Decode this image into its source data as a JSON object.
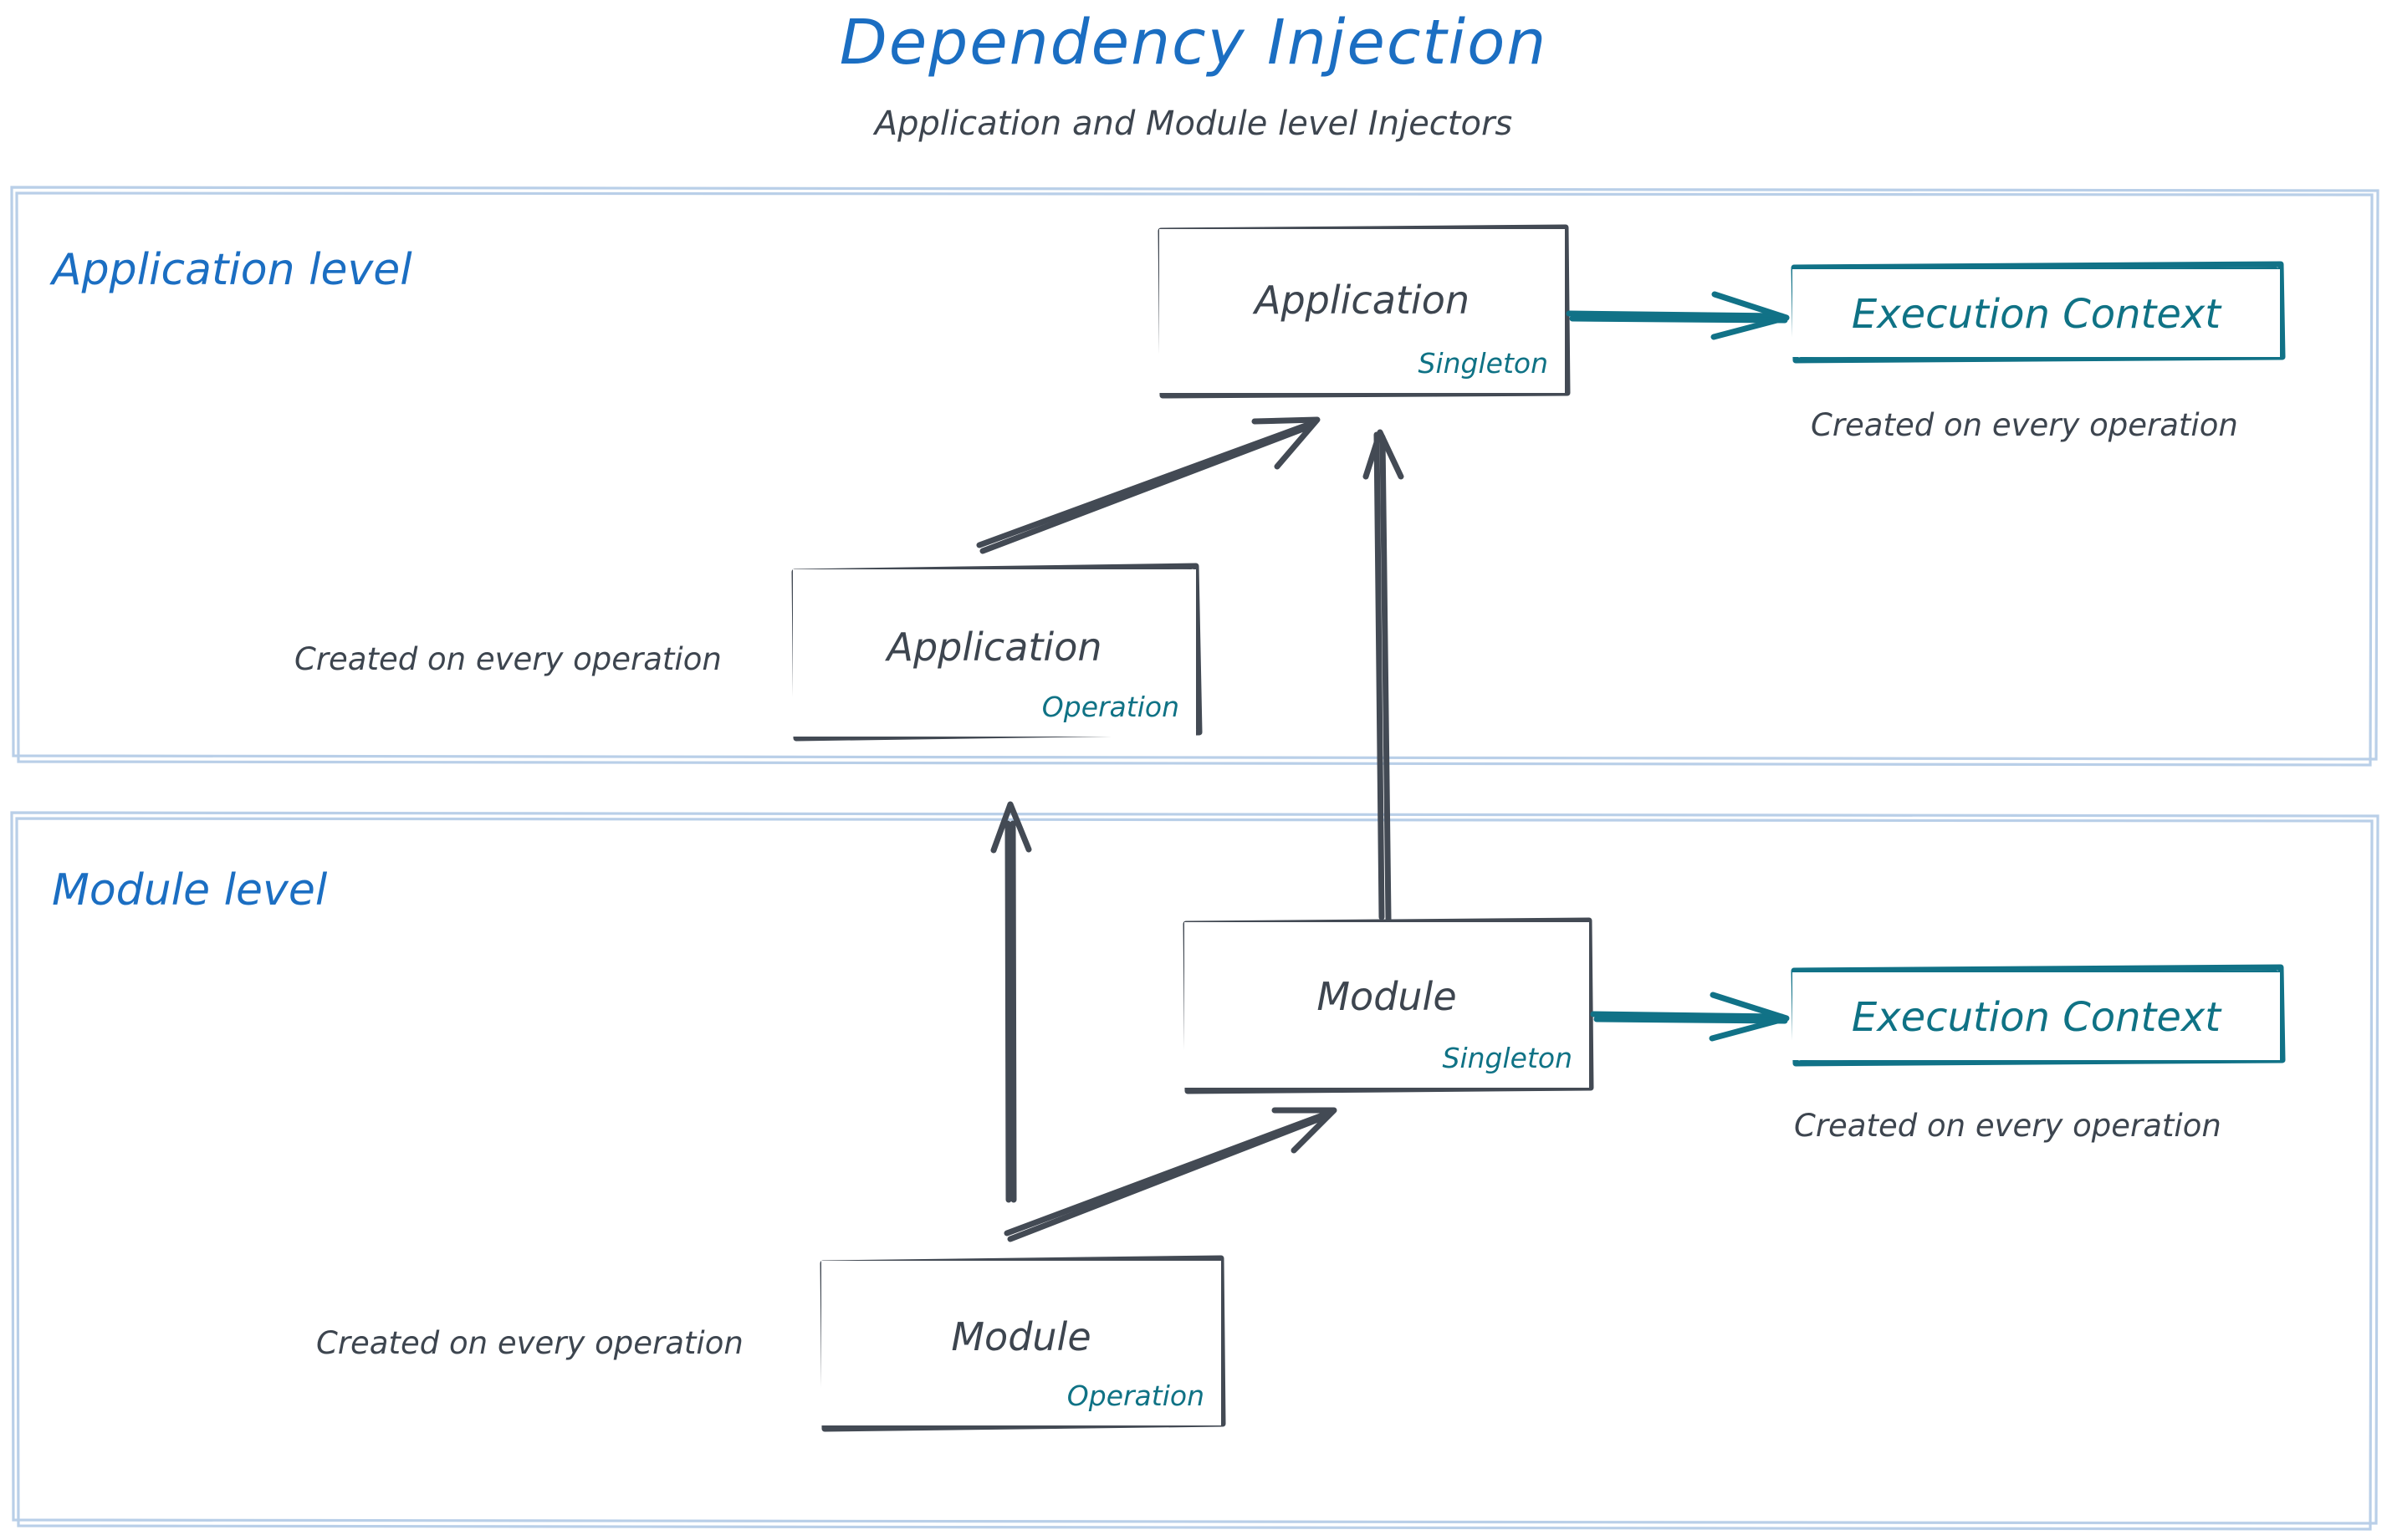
{
  "header": {
    "title": "Dependency Injection",
    "subtitle": "Application and Module level Injectors"
  },
  "colors": {
    "title_blue": "#1b6ec2",
    "section_blue": "#1b6ec2",
    "container_border": "#b9cfe8",
    "node_stroke": "#434a54",
    "teal": "#0f7285",
    "body_text": "#3d454f",
    "background": "#ffffff"
  },
  "sections": [
    {
      "id": "application-level",
      "label": "Application level"
    },
    {
      "id": "module-level",
      "label": "Module level"
    }
  ],
  "nodes": [
    {
      "id": "app-singleton",
      "title": "Application",
      "scope": "Singleton",
      "style": "dark"
    },
    {
      "id": "app-operation",
      "title": "Application",
      "scope": "Operation",
      "style": "dark"
    },
    {
      "id": "exec-ctx-app",
      "title": "Execution Context",
      "scope": "",
      "style": "teal"
    },
    {
      "id": "mod-singleton",
      "title": "Module",
      "scope": "Singleton",
      "style": "dark"
    },
    {
      "id": "mod-operation",
      "title": "Module",
      "scope": "Operation",
      "style": "dark"
    },
    {
      "id": "exec-ctx-mod",
      "title": "Execution Context",
      "scope": "",
      "style": "teal"
    }
  ],
  "notes": [
    {
      "id": "app-exec",
      "text": "Created on every operation"
    },
    {
      "id": "app-op",
      "text": "Created on every operation"
    },
    {
      "id": "mod-exec",
      "text": "Created on every operation"
    },
    {
      "id": "mod-op",
      "text": "Created on every operation"
    }
  ],
  "connections": [
    {
      "id": "app-singleton-to-exec-ctx",
      "from": "app-singleton",
      "to": "exec-ctx-app",
      "color": "teal",
      "kind": "arrow"
    },
    {
      "id": "app-operation-to-app-singleton",
      "from": "app-operation",
      "to": "app-singleton",
      "color": "dark",
      "kind": "arrow"
    },
    {
      "id": "mod-singleton-to-app-singleton",
      "from": "mod-singleton",
      "to": "app-singleton",
      "color": "dark",
      "kind": "arrow"
    },
    {
      "id": "mod-operation-to-app-operation",
      "from": "mod-operation",
      "to": "app-operation",
      "color": "dark",
      "kind": "arrow"
    },
    {
      "id": "mod-operation-to-mod-singleton",
      "from": "mod-operation",
      "to": "mod-singleton",
      "color": "dark",
      "kind": "arrow"
    },
    {
      "id": "mod-singleton-to-exec-ctx",
      "from": "mod-singleton",
      "to": "exec-ctx-mod",
      "color": "teal",
      "kind": "arrow"
    }
  ]
}
